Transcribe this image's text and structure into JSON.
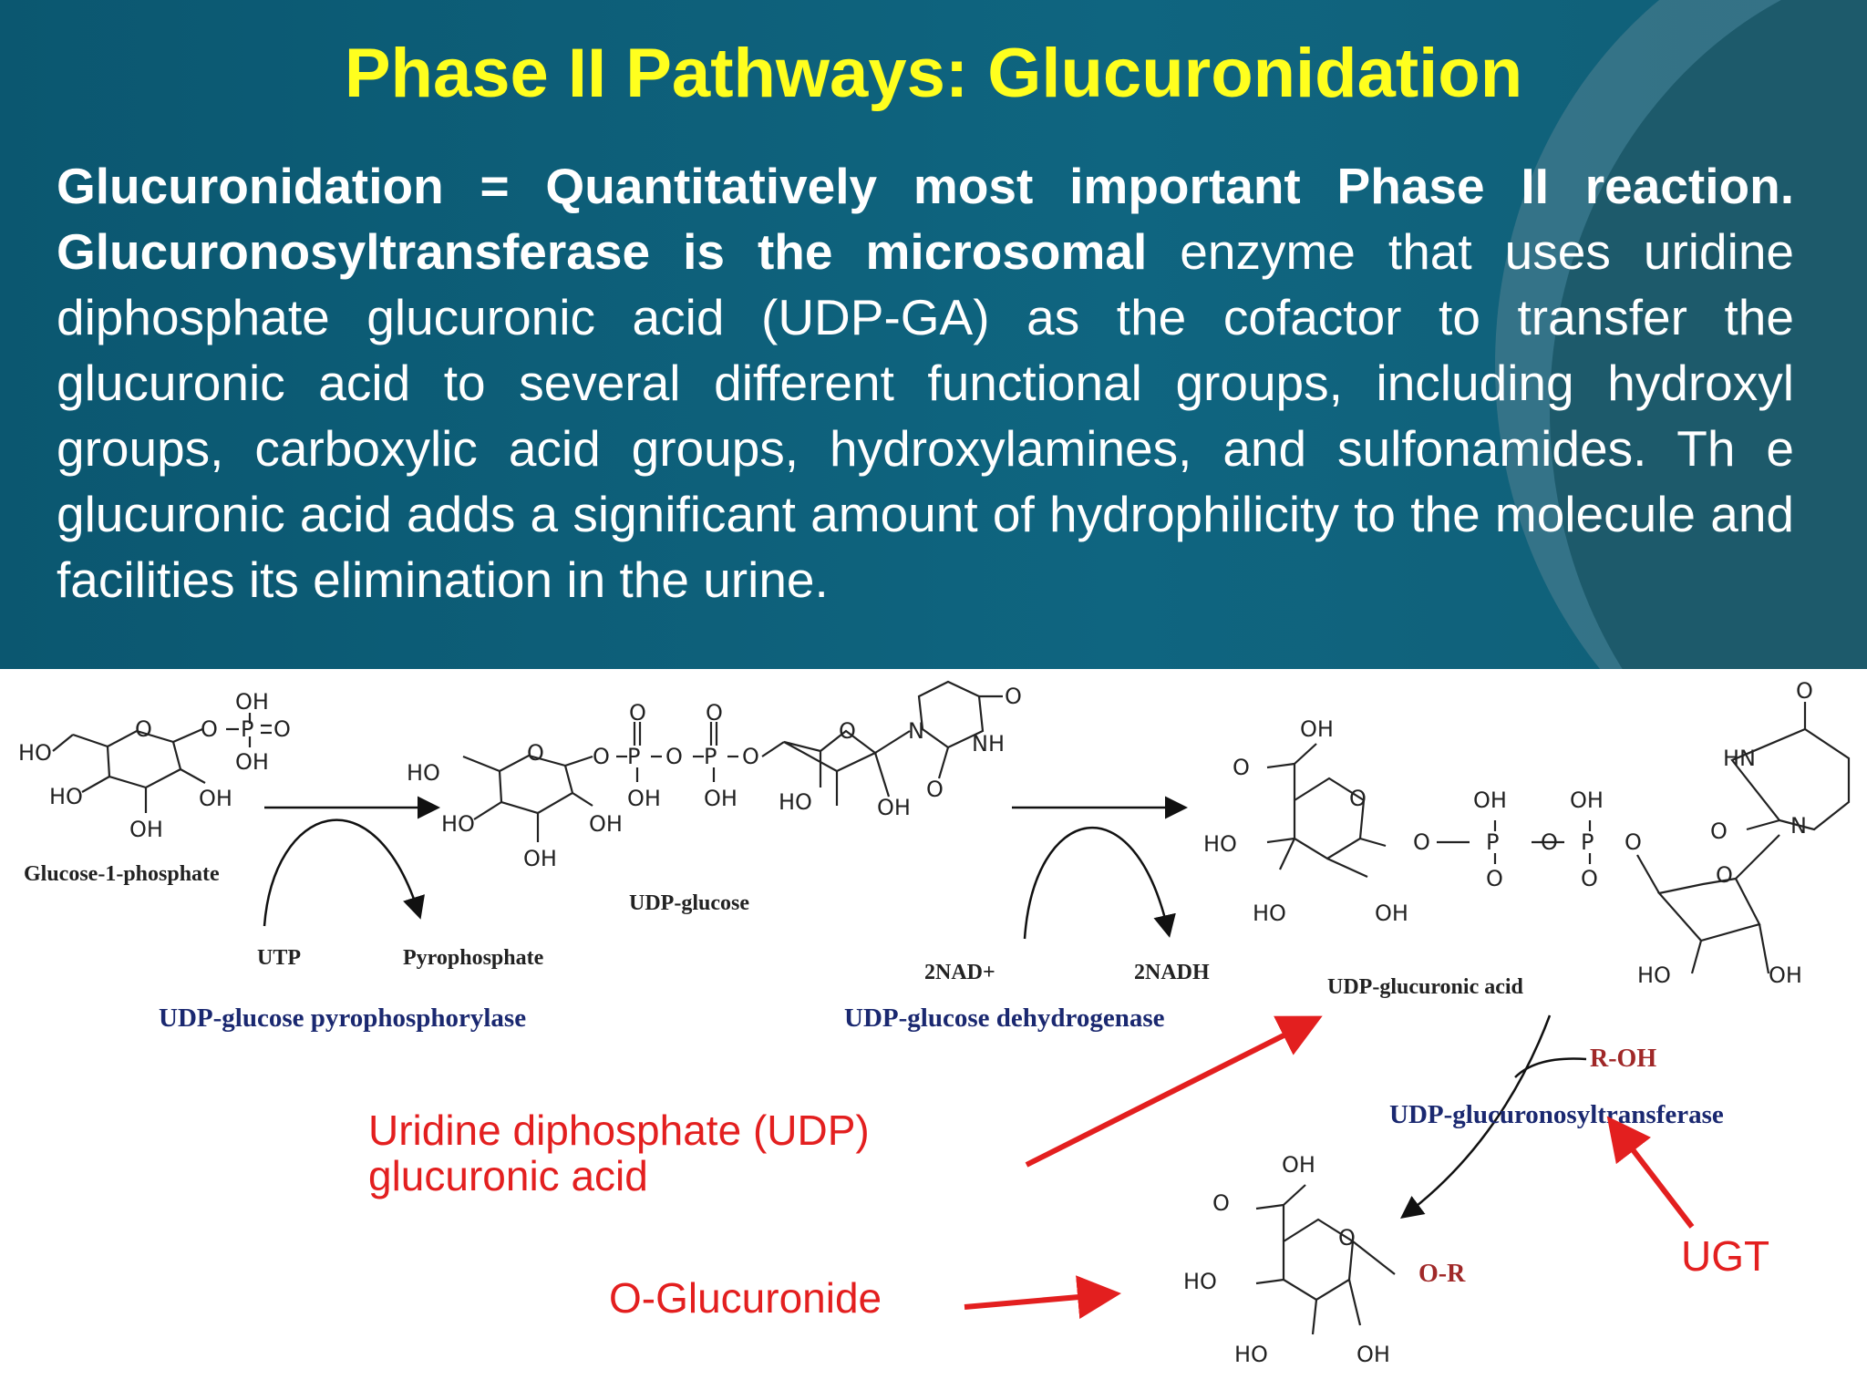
{
  "title": "Phase II Pathways: Glucuronidation",
  "body": {
    "bold_part1": "Glucuronidation = Quantitatively most important Phase II reaction. Glucuronosyltransferase is the microsomal",
    "normal_part": " enzyme that uses uridine diphosphate glucuronic acid (UDP-GA) as the cofactor to transfer the glucuronic acid to several different functional groups, including hydroxyl groups, carboxylic acid groups, hydroxylamines, and sulfonamides. Th e glucuronic acid adds a significant amount of hydrophilicity to the molecule and facilities its elimination in the urine."
  },
  "diagram": {
    "g1p_label": "Glucose-1-phosphate",
    "udpg_label": "UDP-glucose",
    "udpga_label": "UDP-glucuronic acid",
    "utp": "UTP",
    "ppi": "Pyrophosphate",
    "nad": "2NAD+",
    "nadh": "2NADH",
    "enzyme1": "UDP-glucose pyrophosphorylase",
    "enzyme2": "UDP-glucose dehydrogenase",
    "enzyme3": "UDP-glucuronosyltransferase",
    "roh": "R-OH",
    "or": "O-R",
    "annot_udp_line1": "Uridine diphosphate (UDP)",
    "annot_udp_line2": "glucuronic acid",
    "annot_oglu": "O-Glucuronide",
    "annot_ugt": "UGT",
    "atoms": {
      "OH": "OH",
      "HO": "HO",
      "O": "O",
      "P": "P",
      "NH": "NH",
      "N": "N",
      "HN": "HN"
    }
  }
}
